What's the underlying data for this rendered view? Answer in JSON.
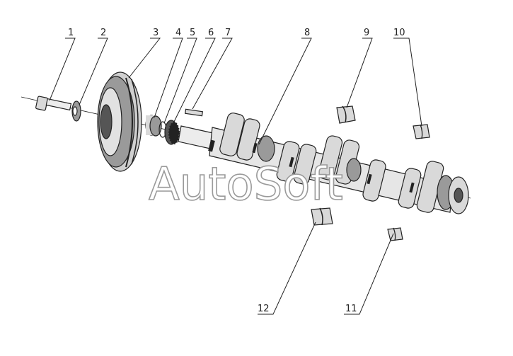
{
  "diagram": {
    "watermark": "AutoSoft",
    "callouts": [
      {
        "id": "1",
        "label": "1"
      },
      {
        "id": "2",
        "label": "2"
      },
      {
        "id": "3",
        "label": "3"
      },
      {
        "id": "4",
        "label": "4"
      },
      {
        "id": "5",
        "label": "5"
      },
      {
        "id": "6",
        "label": "6"
      },
      {
        "id": "7",
        "label": "7"
      },
      {
        "id": "8",
        "label": "8"
      },
      {
        "id": "9",
        "label": "9"
      },
      {
        "id": "10",
        "label": "10"
      },
      {
        "id": "11",
        "label": "11"
      },
      {
        "id": "12",
        "label": "12"
      }
    ],
    "colors": {
      "line": "#222222",
      "fill_dark": "#333333",
      "fill_mid": "#9a9a9a",
      "fill_light": "#d9d9d9",
      "watermark": "#9a9a9a"
    }
  }
}
